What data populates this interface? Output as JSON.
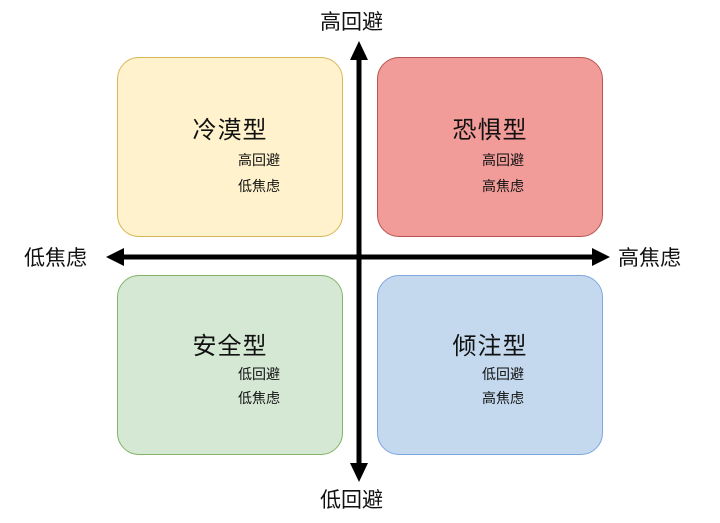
{
  "axes": {
    "top": "高回避",
    "bottom": "低回避",
    "left": "低焦虑",
    "right": "高焦虑"
  },
  "quadrants": {
    "top_left": {
      "title": "冷漠型",
      "line1": "高回避",
      "line2": "低焦虑",
      "color": "#fff2cc"
    },
    "top_right": {
      "title": "恐惧型",
      "line1": "高回避",
      "line2": "高焦虑",
      "color": "#f19c99"
    },
    "bottom_left": {
      "title": "安全型",
      "line1": "低回避",
      "line2": "低焦虑",
      "color": "#d5e8d4"
    },
    "bottom_right": {
      "title": "倾注型",
      "line1": "低回避",
      "line2": "高焦虑",
      "color": "#c4d9ee"
    }
  }
}
